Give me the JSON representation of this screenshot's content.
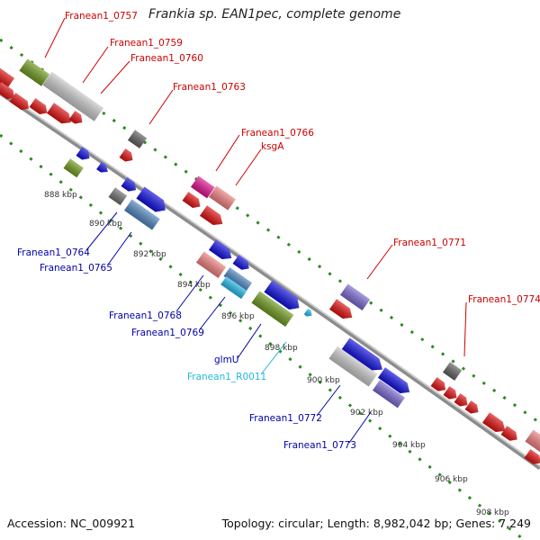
{
  "title": "Frankia sp. EAN1pec, complete genome",
  "footer": {
    "accession": "Accession: NC_009921",
    "topology": "Topology: circular; Length: 8,982,042 bp; Genes: 7,249"
  },
  "colors": {
    "backbone": "#8c8c8c",
    "dotted_track": "#2a8a1e",
    "label_red": "#cc0000",
    "label_blue": "#0000aa",
    "label_cyan": "#22b8d8",
    "tick_text": "#333333"
  },
  "scale_ticks": [
    "888 kbp",
    "890 kbp",
    "892 kbp",
    "894 kbp",
    "896 kbp",
    "898 kbp",
    "900 kbp",
    "902 kbp",
    "904 kbp",
    "906 kbp",
    "908 kbp"
  ],
  "gene_labels": [
    {
      "text": "Franean1_0757",
      "color": "red"
    },
    {
      "text": "Franean1_0759",
      "color": "red"
    },
    {
      "text": "Franean1_0760",
      "color": "red"
    },
    {
      "text": "Franean1_0763",
      "color": "red"
    },
    {
      "text": "Franean1_0766",
      "color": "red"
    },
    {
      "text": "ksgA",
      "color": "red"
    },
    {
      "text": "Franean1_0771",
      "color": "red"
    },
    {
      "text": "Franean1_0774",
      "color": "red"
    },
    {
      "text": "Franean1_0764",
      "color": "blue"
    },
    {
      "text": "Franean1_0765",
      "color": "blue"
    },
    {
      "text": "Franean1_0768",
      "color": "blue"
    },
    {
      "text": "Franean1_0769",
      "color": "blue"
    },
    {
      "text": "glmU",
      "color": "blue"
    },
    {
      "text": "Franean1_R0011",
      "color": "cyan"
    },
    {
      "text": "Franean1_0772",
      "color": "blue"
    },
    {
      "text": "Franean1_0773",
      "color": "blue"
    }
  ]
}
